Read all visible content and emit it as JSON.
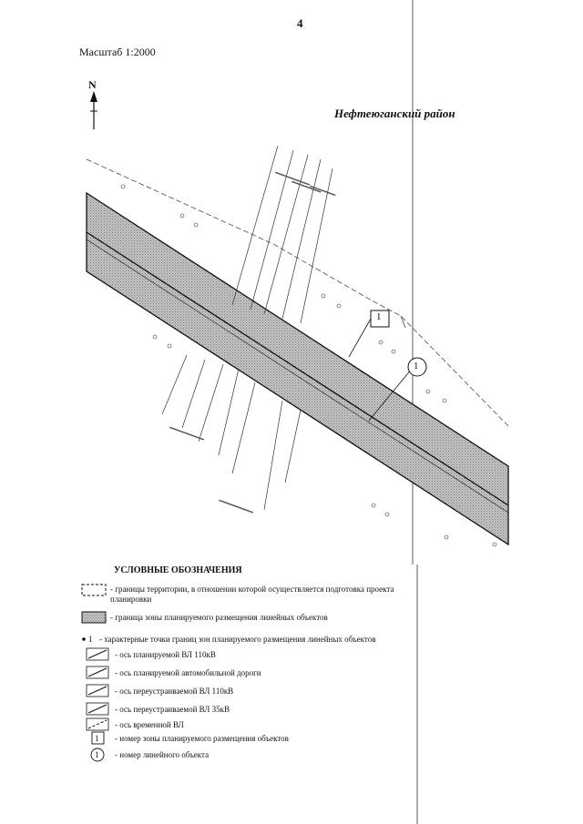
{
  "page": {
    "number": "4",
    "scale": "Масштаб 1:2000",
    "north_label": "N",
    "district": "Нефтеюганский район"
  },
  "map": {
    "zone_number": "1",
    "object_number": "1"
  },
  "legend": {
    "title": "УСЛОВНЫЕ ОБОЗНАЧЕНИЯ",
    "items": [
      {
        "symbol": "dashed-rect-icon",
        "text": "- границы территории, в отношении которой осуществляется подготовка проекта планировки"
      },
      {
        "symbol": "hatched-rect-icon",
        "text": "- граница зоны планируемого размещения линейных объектов"
      },
      {
        "symbol": "dot-point-icon",
        "point_label": "1",
        "text": "- характерные точки границ зон планируемого размещения линейных объектов"
      },
      {
        "symbol": "diagonal-line-icon",
        "text": "- ось планируемой ВЛ 110кВ"
      },
      {
        "symbol": "diagonal-line-icon",
        "text": "- ось планируемой автомобильной дороги"
      },
      {
        "symbol": "diagonal-line-icon",
        "text": "- ось переустраиваемой ВЛ 110кВ"
      },
      {
        "symbol": "diagonal-line-icon",
        "text": "- ось переустраиваемой ВЛ 35кВ"
      },
      {
        "symbol": "dashed-diagonal-icon",
        "text": "- ось временной ВЛ"
      },
      {
        "symbol": "square-number-icon",
        "label": "1",
        "text": "- номер зоны планируемого размещения объектов"
      },
      {
        "symbol": "circle-number-icon",
        "label": "1",
        "text": "- номер линейного объекта"
      }
    ]
  },
  "colors": {
    "ink": "#111111",
    "zone_fill": "#b8b8b8"
  }
}
